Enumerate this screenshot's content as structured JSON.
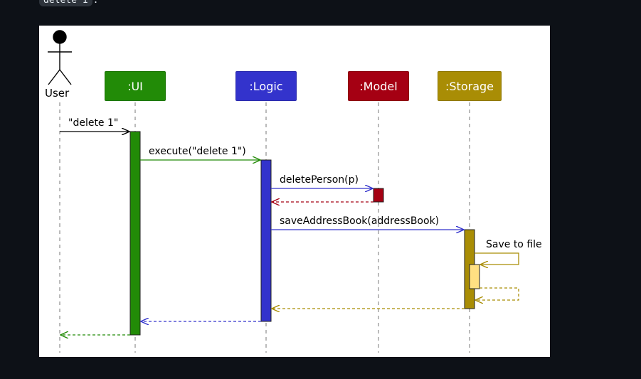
{
  "page": {
    "code_snippet": "delete 1",
    "code_suffix": "."
  },
  "diagram": {
    "actor": {
      "label": "User"
    },
    "participants": [
      {
        "label": ":UI",
        "color": "#228b07"
      },
      {
        "label": ":Logic",
        "color": "#3333cc"
      },
      {
        "label": ":Model",
        "color": "#a50013"
      },
      {
        "label": ":Storage",
        "color": "#a98d05"
      }
    ],
    "messages": [
      {
        "from": "User",
        "to": ":UI",
        "label": "\"delete 1\"",
        "kind": "call",
        "color": "#000000"
      },
      {
        "from": ":UI",
        "to": ":Logic",
        "label": "execute(\"delete 1\")",
        "kind": "call",
        "color": "#228b07"
      },
      {
        "from": ":Logic",
        "to": ":Model",
        "label": "deletePerson(p)",
        "kind": "call",
        "color": "#3333cc"
      },
      {
        "from": ":Model",
        "to": ":Logic",
        "label": "",
        "kind": "return",
        "color": "#a50013"
      },
      {
        "from": ":Logic",
        "to": ":Storage",
        "label": "saveAddressBook(addressBook)",
        "kind": "call",
        "color": "#3333cc"
      },
      {
        "from": ":Storage",
        "to": ":Storage",
        "label": "Save to file",
        "kind": "self-call",
        "color": "#a98d05"
      },
      {
        "from": ":Storage",
        "to": ":Storage",
        "label": "",
        "kind": "self-return",
        "color": "#a98d05"
      },
      {
        "from": ":Storage",
        "to": ":Logic",
        "label": "",
        "kind": "return",
        "color": "#a98d05"
      },
      {
        "from": ":Logic",
        "to": ":UI",
        "label": "",
        "kind": "return",
        "color": "#3333cc"
      },
      {
        "from": ":UI",
        "to": "User",
        "label": "",
        "kind": "return",
        "color": "#228b07"
      }
    ],
    "colors": {
      "self_activation_fill": "#ffe082",
      "lifeline": "#777777",
      "activation_border": "#222222"
    }
  }
}
